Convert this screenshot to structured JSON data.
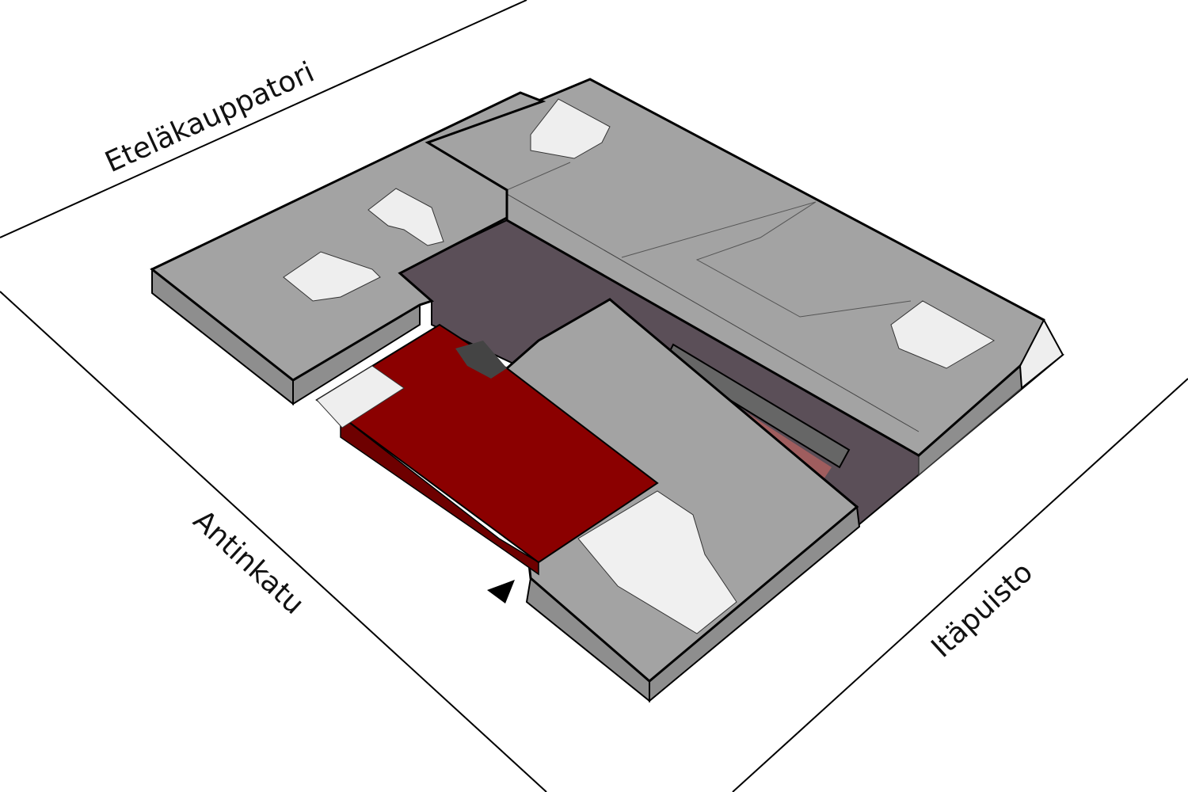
{
  "streets": {
    "north": "Eteläkauppatori",
    "west": "Antinkatu",
    "east": "Itäpuisto"
  },
  "colors": {
    "highlight": "#8b0000",
    "roof": "#a3a3a3",
    "courtyard": "#5b4f58",
    "wall": "#8e8e8e",
    "stair": "#f0f0f0"
  },
  "entrance_marker": "entrance-arrow"
}
